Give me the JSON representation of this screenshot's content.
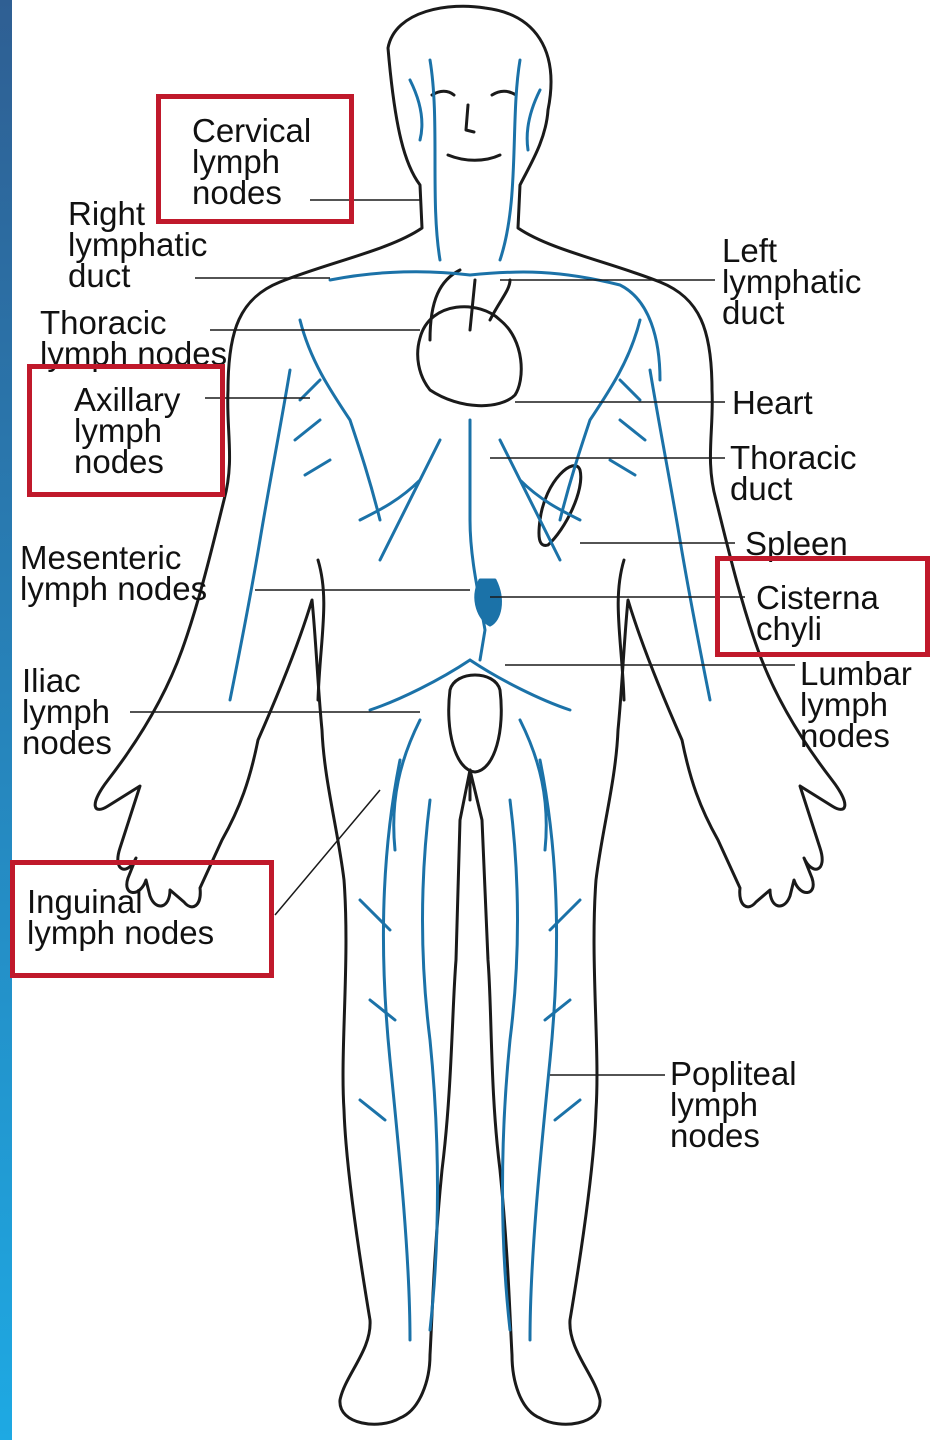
{
  "colors": {
    "vessel": "#1b72a8",
    "outline": "#1a1a1a",
    "highlight": "#c0192b",
    "sidebar_top": "#2f5f93",
    "sidebar_bottom": "#1ea9e3"
  },
  "labels": {
    "cervical": "Cervical\nlymph\nnodes",
    "right_lymphatic_duct": "Right\nlymphatic\nduct",
    "left_lymphatic_duct": "Left\nlymphatic\nduct",
    "thoracic_lymph_nodes": "Thoracic\nlymph nodes",
    "axillary": "Axillary\nlymph\nnodes",
    "heart": "Heart",
    "thoracic_duct": "Thoracic\nduct",
    "spleen": "Spleen",
    "mesenteric": "Mesenteric\nlymph nodes",
    "cisterna_chyli": "Cisterna\nchyli",
    "iliac": "Iliac\nlymph\nnodes",
    "lumbar": "Lumbar\nlymph\nnodes",
    "inguinal": "Inguinal\nlymph nodes",
    "popliteal": "Popliteal\nlymph\nnodes"
  },
  "highlighted": [
    "Cervical lymph nodes",
    "Axillary lymph nodes",
    "Cisterna chyli",
    "Inguinal lymph nodes"
  ]
}
